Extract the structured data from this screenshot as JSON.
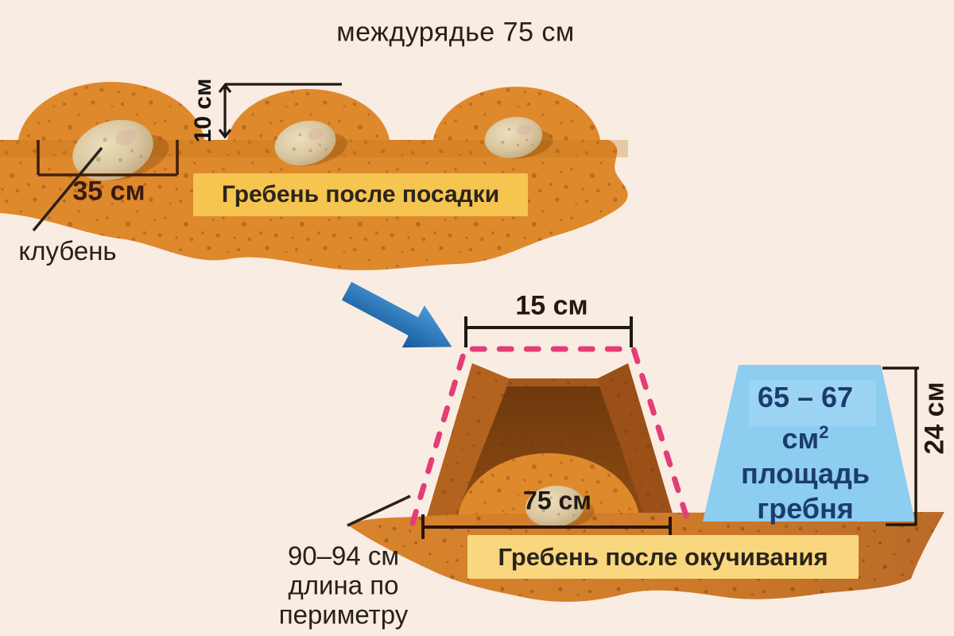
{
  "title": "междурядье 75 см",
  "top_scene": {
    "ridge_height": "10 см",
    "tuber_spacing": "35 см",
    "tuber_label": "клубень",
    "badge": "Гребень после посадки"
  },
  "bottom_scene": {
    "top_width": "15 см",
    "row_width": "75 см",
    "badge": "Гребень после окучивания",
    "perimeter": {
      "line1": "90–94 см",
      "line2": "длина по",
      "line3": "периметру"
    },
    "area": {
      "value": "65 – 67",
      "unit": "см",
      "unit_sup": "2",
      "line3": "площадь",
      "line4": "гребня"
    },
    "ridge_height": "24 см"
  },
  "colors": {
    "background": "#f9ece2",
    "soil_orange": "#df892d",
    "soil_brown_gradient_end": "#b96a26",
    "pit_wall": "#a6591c",
    "pit_wall_light": "#b4631f",
    "pit_wall_dark": "#9a5016",
    "pit_dark": "#7a400f",
    "badge_gold": "#f6c54f",
    "badge_light_gold": "#f8d77e",
    "dash_pink": "#e33d77",
    "arrow_blue": "#2679bd",
    "area_blue": "#8dcdf0",
    "area_text_navy": "#1b3c6e",
    "potato_beige": "#d9c7a0",
    "line_dark": "#2a1a0c"
  }
}
